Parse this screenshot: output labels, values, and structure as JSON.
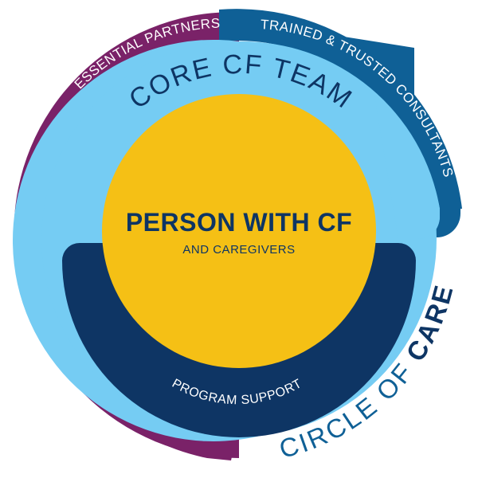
{
  "diagram": {
    "essential_partners": "ESSENTIAL PARTNERS",
    "trained_consultants": "TRAINED & TRUSTED CONSULTANTS",
    "core_team": "CORE CF TEAM",
    "center_title": "PERSON WITH CF",
    "center_subtitle": "AND CAREGIVERS",
    "program_support": "PROGRAM SUPPORT",
    "circle_of_prefix": "CIRCLE OF ",
    "circle_of_emphasis": "CARE"
  },
  "colors": {
    "purple": "#7A2268",
    "dark_blue": "#0F6096",
    "light_blue": "#75CCF3",
    "navy": "#0E3564",
    "yellow": "#F5C015",
    "white": "#FFFFFF"
  }
}
